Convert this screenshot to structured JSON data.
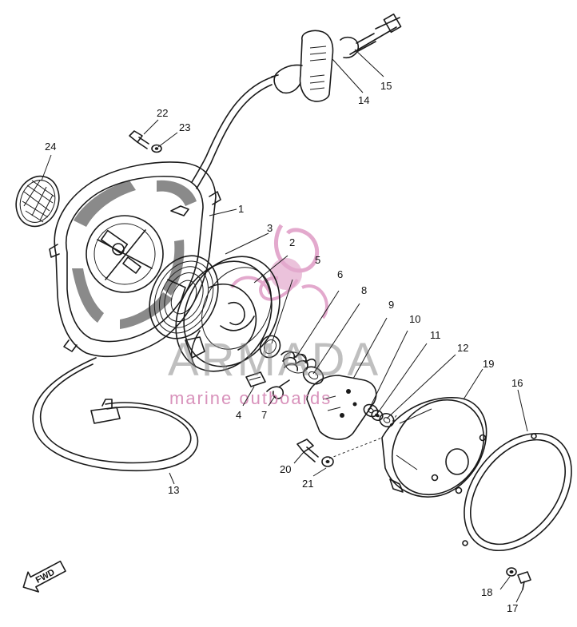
{
  "diagram": {
    "callouts": [
      "1",
      "2",
      "3",
      "4",
      "5",
      "6",
      "7",
      "8",
      "9",
      "10",
      "11",
      "12",
      "13",
      "14",
      "15",
      "16",
      "17",
      "18",
      "19",
      "20",
      "21",
      "22",
      "23",
      "24"
    ],
    "fwd_label": "FWD",
    "watermark": {
      "brand": "ARMADA",
      "tagline": "marine outboards",
      "accent_color": "#e0a0c8"
    }
  }
}
